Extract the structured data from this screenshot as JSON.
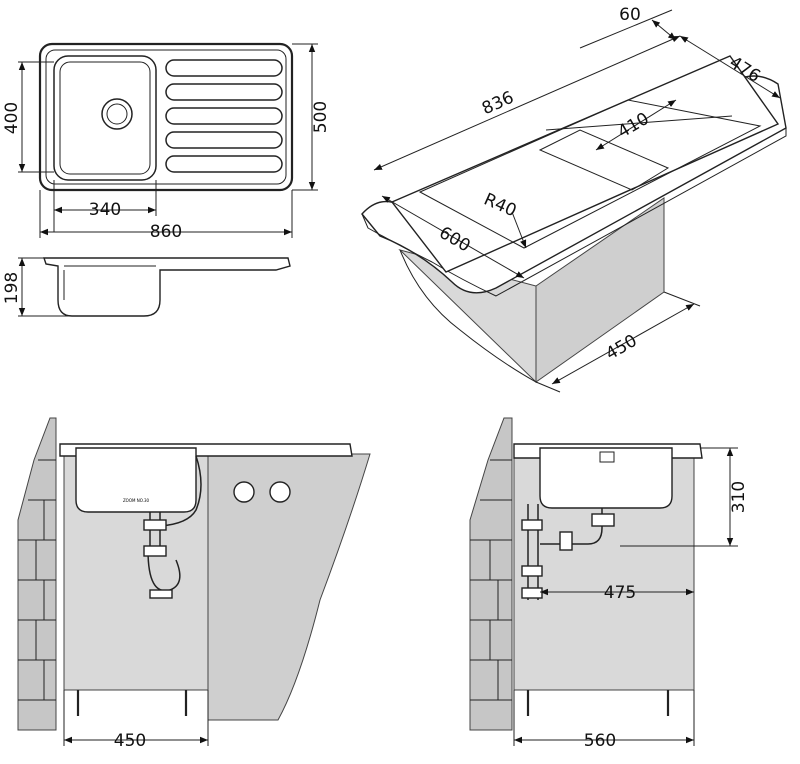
{
  "views": {
    "top": {
      "overall_width": "860",
      "depth": "500",
      "bowl_depth": "400",
      "bowl_width": "340"
    },
    "side": {
      "bowl_height": "198"
    },
    "iso": {
      "length": "836",
      "rim": "60",
      "width": "476",
      "bowl_length": "410",
      "radius": "R40",
      "depth": "600",
      "cabinet": "450"
    },
    "front": {
      "cabinet_width": "450",
      "drain_label": "ZOOM NO.30"
    },
    "side_install": {
      "height": "310",
      "offset": "475",
      "cabinet_width": "560"
    }
  },
  "colors": {
    "line": "#222222",
    "cabinet": "#d9d9d9",
    "wall": "#c6c6c6"
  }
}
